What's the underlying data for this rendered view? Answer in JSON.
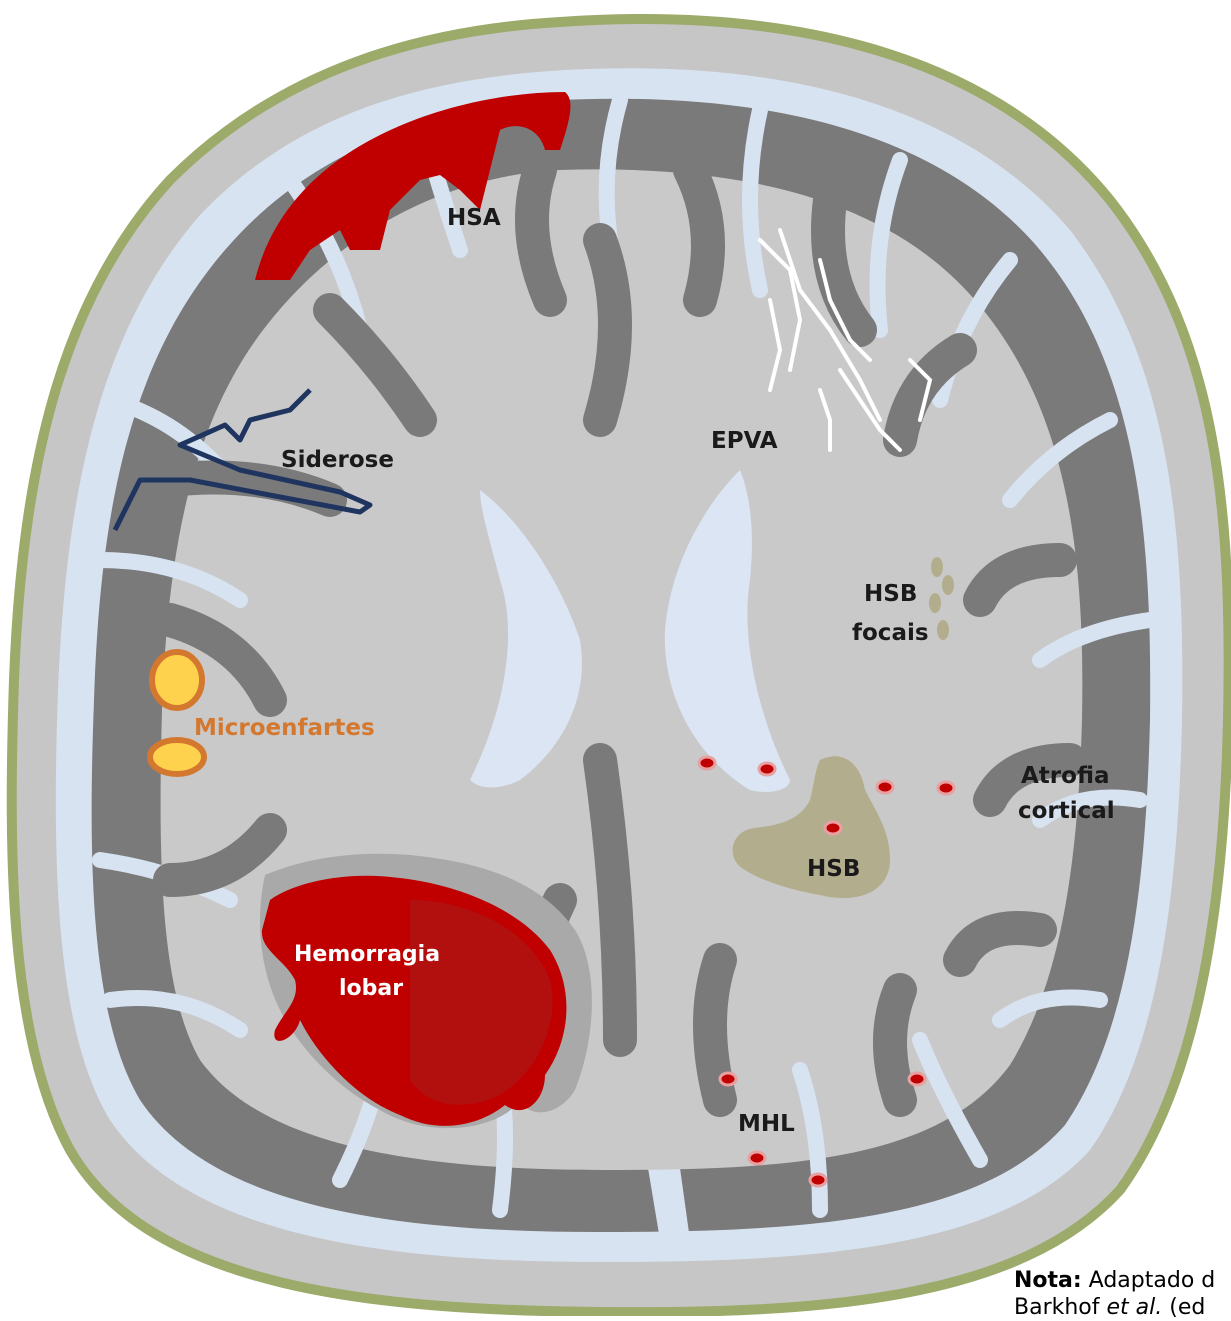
{
  "labels": {
    "hsa": "HSA",
    "siderose": "Siderose",
    "epva": "EPVA",
    "hsb_focais_1": "HSB",
    "hsb_focais_2": "focais",
    "microenfartes": "Microenfartes",
    "atrofia_1": "Atrofia",
    "atrofia_2": "cortical",
    "hsb": "HSB",
    "hemorragia_1": "Hemorragia",
    "hemorragia_2": "lobar",
    "mhl": "MHL"
  },
  "note": {
    "bold": "Nota:",
    "line1": " Adaptado d",
    "line2_a": "Barkhof ",
    "line2_italic": "et al.",
    "line2_b": " (ed"
  },
  "colors": {
    "skull_outline": "#9caa6a",
    "skull": "#c6c6c6",
    "csf": "#d8e3f1",
    "white_matter": "#c9c9c9",
    "cortex": "#7a7a7a",
    "ventricle": "#dbe5f3",
    "hemorrhage": "#c00000",
    "hsb": "#b2ad8c",
    "siderosis": "#1f3560",
    "microinfarct_fill": "#ffd24d",
    "microinfarct_border": "#d4782f",
    "microbleed": "#c00000"
  }
}
